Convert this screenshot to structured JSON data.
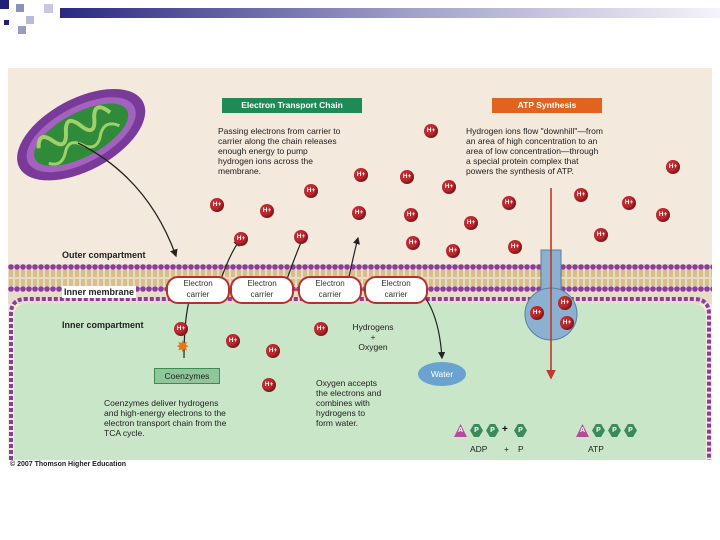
{
  "headers": {
    "etc": "Electron Transport Chain",
    "atp": "ATP Synthesis"
  },
  "text": {
    "etc_desc": "Passing electrons from carrier to\ncarrier along the chain releases\nenough energy to pump\nhydrogen ions across the\nmembrane.",
    "atp_desc": "Hydrogen ions flow \"downhill\"—from\nan area of high concentration to an\narea of low concentration—through\na special protein complex that\npowers the synthesis of ATP.",
    "outer": "Outer compartment",
    "inner_mem": "Inner membrane",
    "inner_comp": "Inner compartment",
    "hydro_oxy": "Hydrogens\n+\nOxygen",
    "water": "Water",
    "coenzymes": "Coenzymes",
    "coenz_desc": "Coenzymes deliver hydrogens\nand high-energy electrons to the\nelectron transport chain from the\nTCA cycle.",
    "oxy_desc": "Oxygen accepts\nthe electrons and\ncombines with\nhydrogens to\nform water.",
    "adp": "ADP",
    "plus": "+",
    "p": "P",
    "atp_lbl": "ATP",
    "copyright": "© 2007 Thomson Higher Education"
  },
  "carriers": [
    {
      "l1": "Electron",
      "l2": "carrier"
    },
    {
      "l1": "Electron",
      "l2": "carrier"
    },
    {
      "l1": "Electron",
      "l2": "carrier"
    },
    {
      "l1": "Electron",
      "l2": "carrier"
    }
  ],
  "hion_label": "H+",
  "molecule": {
    "a": "A",
    "p": "P"
  },
  "colors": {
    "etc_header": "#1e8a55",
    "atp_header": "#e0631f",
    "mito_outer": "#7a3a9a",
    "matrix": "#c9e6c8",
    "hydrogen_ion": "#c0292e",
    "water": "#6aa3cf",
    "synthase": "#8bb0d0",
    "arrow_red": "#c0392b"
  }
}
